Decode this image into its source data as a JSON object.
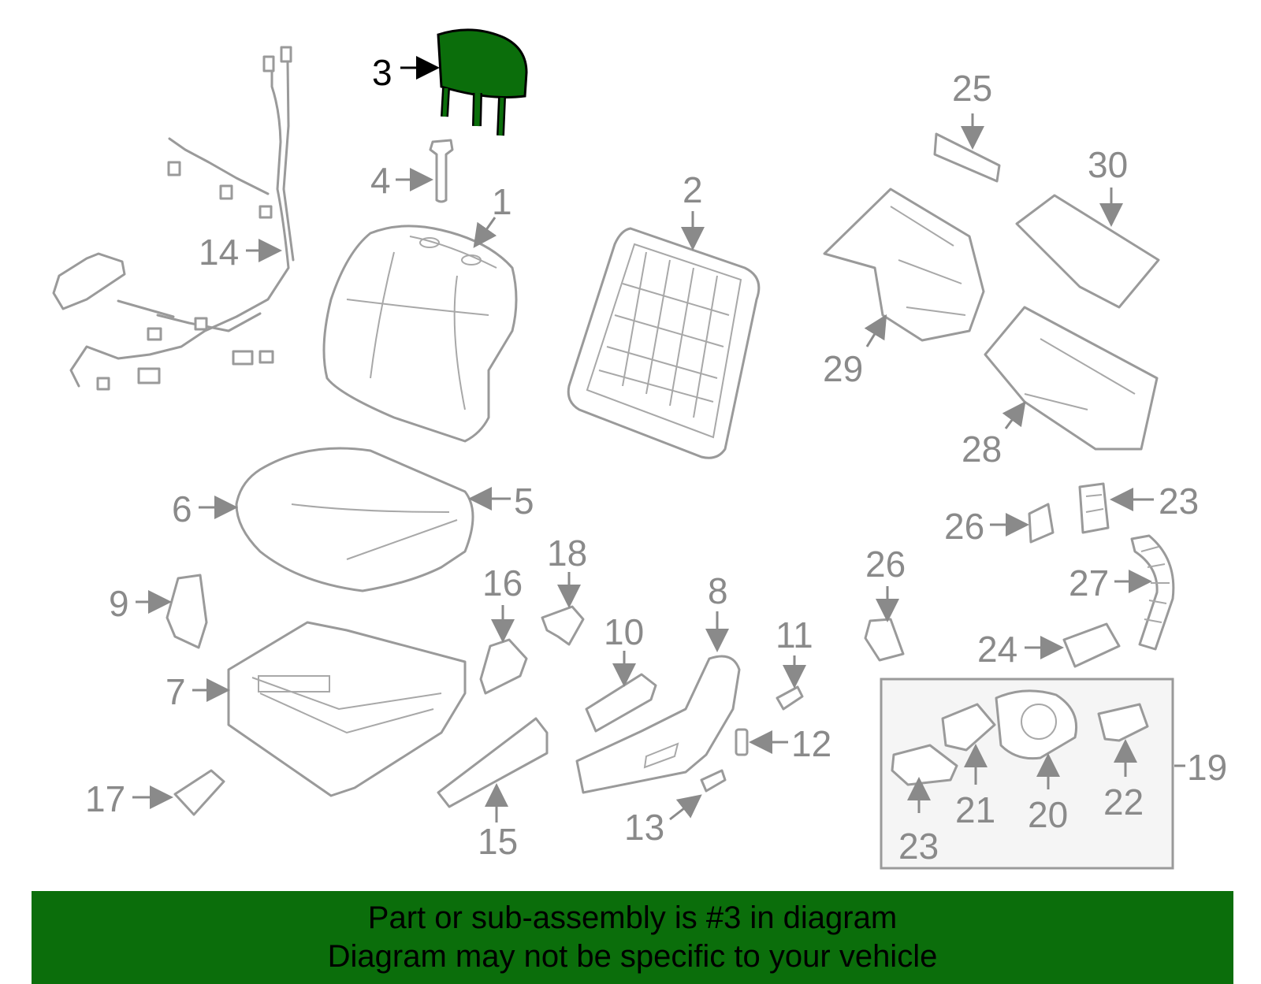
{
  "diagram": {
    "highlight_color": "#0b6e0b",
    "highlighted_part": "3",
    "callouts": [
      "1",
      "2",
      "3",
      "4",
      "5",
      "6",
      "7",
      "8",
      "9",
      "10",
      "11",
      "12",
      "13",
      "14",
      "15",
      "16",
      "17",
      "18",
      "19",
      "20",
      "21",
      "22",
      "23",
      "23",
      "24",
      "25",
      "26",
      "26",
      "27",
      "28",
      "29",
      "30"
    ]
  },
  "banner": {
    "line1": "Part or sub-assembly is #3 in diagram",
    "line2": "Diagram may not be specific to your vehicle",
    "background": "#0b6e0b"
  }
}
